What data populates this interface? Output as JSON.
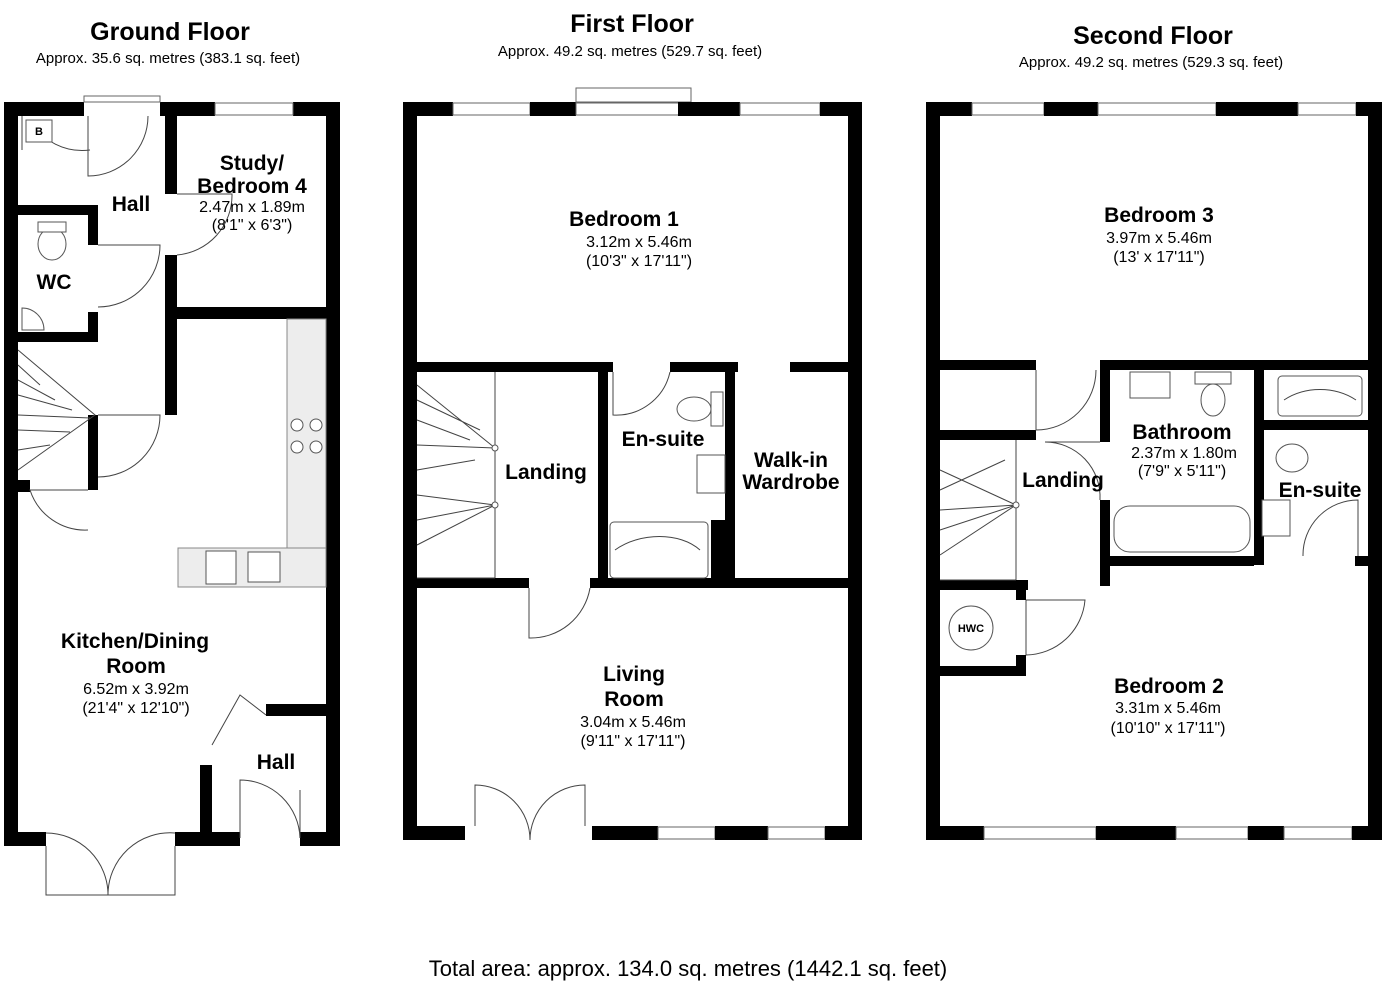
{
  "floors": [
    {
      "title": "Ground Floor",
      "area": "Approx. 35.6 sq. metres (383.1 sq. feet)",
      "rooms": [
        {
          "name": "Study/",
          "name2": "Bedroom 4",
          "dim_m": "2.47m x 1.89m",
          "dim_ft": "(8'1\" x 6'3\")"
        },
        {
          "name": "Hall"
        },
        {
          "name": "WC"
        },
        {
          "name": "Kitchen/Dining",
          "name2": "Room",
          "dim_m": "6.52m x 3.92m",
          "dim_ft": "(21'4\" x 12'10\")"
        },
        {
          "name": "Hall"
        }
      ],
      "markers": {
        "boiler": "B"
      }
    },
    {
      "title": "First Floor",
      "area": "Approx. 49.2 sq. metres (529.7 sq. feet)",
      "rooms": [
        {
          "name": "Bedroom 1",
          "dim_m": "3.12m x 5.46m",
          "dim_ft": "(10'3\" x 17'11\")"
        },
        {
          "name": "Landing"
        },
        {
          "name": "En-suite"
        },
        {
          "name": "Walk-in",
          "name2": "Wardrobe"
        },
        {
          "name": "Living",
          "name2": "Room",
          "dim_m": "3.04m x 5.46m",
          "dim_ft": "(9'11\" x 17'11\")"
        }
      ]
    },
    {
      "title": "Second Floor",
      "area": "Approx. 49.2 sq. metres (529.3 sq. feet)",
      "rooms": [
        {
          "name": "Bedroom 3",
          "dim_m": "3.97m x 5.46m",
          "dim_ft": "(13' x 17'11\")"
        },
        {
          "name": "Bathroom",
          "dim_m": "2.37m x 1.80m",
          "dim_ft": "(7'9\" x 5'11\")"
        },
        {
          "name": "Landing"
        },
        {
          "name": "En-suite"
        },
        {
          "name": "Bedroom 2",
          "dim_m": "3.31m x 5.46m",
          "dim_ft": "(10'10\" x 17'11\")"
        }
      ],
      "markers": {
        "hot_water_cylinder": "HWC"
      }
    }
  ],
  "total_area": "Total area: approx. 134.0 sq. metres (1442.1 sq. feet)"
}
